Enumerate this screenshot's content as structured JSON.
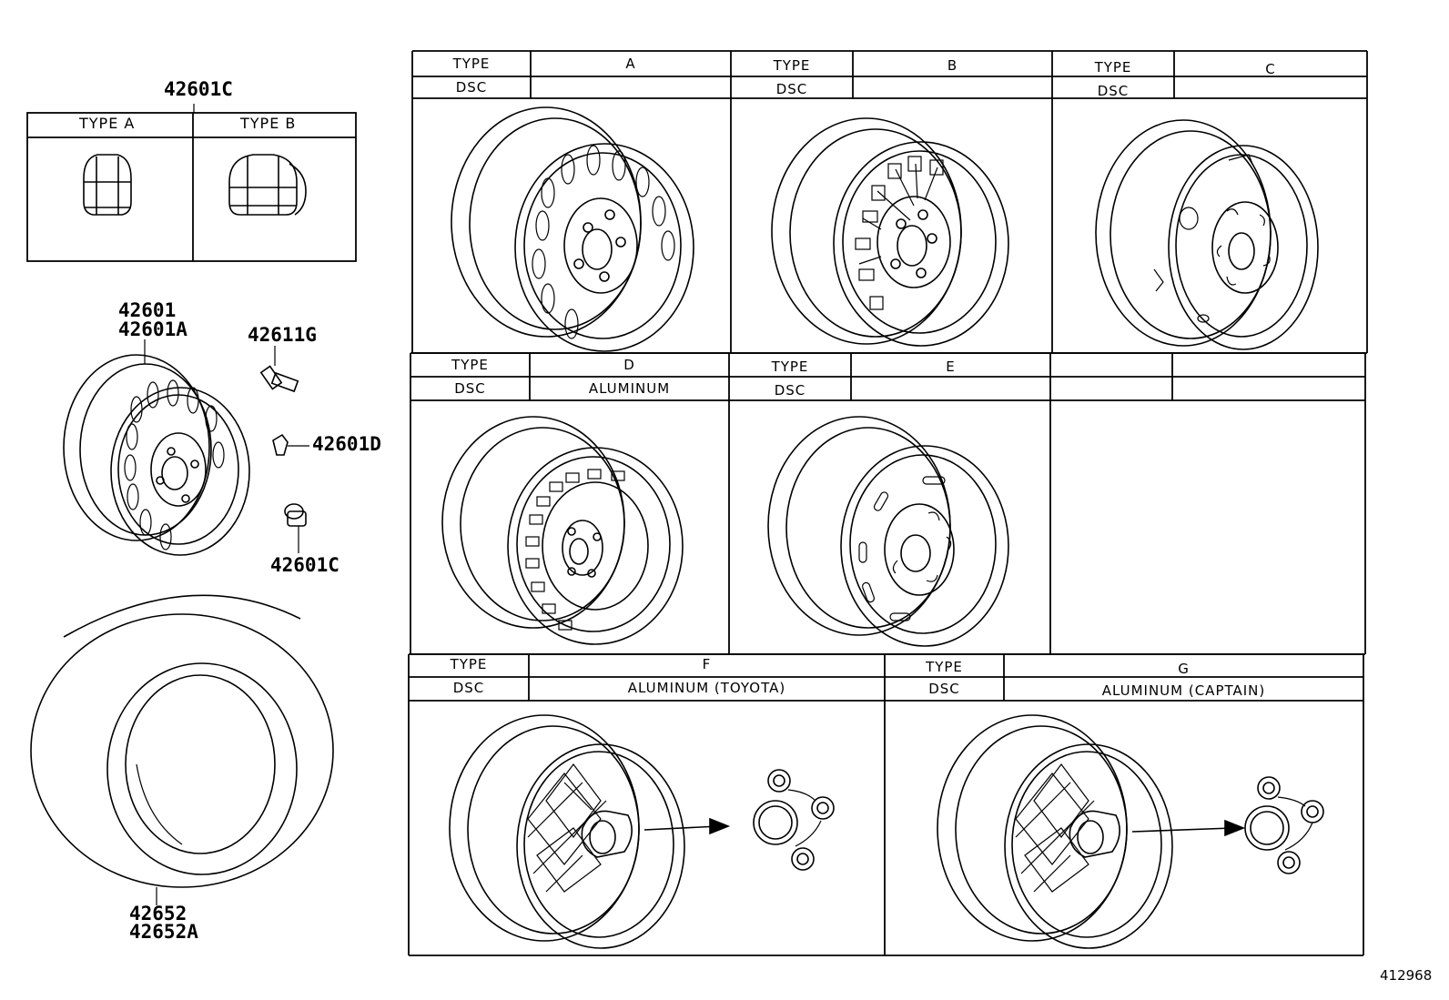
{
  "nut_box": {
    "part_number": "42601C",
    "type_a": "TYPE A",
    "type_b": "TYPE B"
  },
  "parts": {
    "wheel_1": "42601",
    "wheel_2": "42601A",
    "valve": "42611G",
    "weight": "42601D",
    "nut": "42601C",
    "tire_1": "42652",
    "tire_2": "42652A"
  },
  "table": {
    "type_header": "TYPE",
    "dsc_header": "DSC",
    "cells": [
      {
        "type": "A",
        "dsc": ""
      },
      {
        "type": "B",
        "dsc": ""
      },
      {
        "type": "C",
        "dsc": ""
      },
      {
        "type": "D",
        "dsc": "ALUMINUM"
      },
      {
        "type": "E",
        "dsc": ""
      },
      {
        "type": "F",
        "dsc": "ALUMINUM (TOYOTA)"
      },
      {
        "type": "G",
        "dsc": "ALUMINUM (CAPTAIN)"
      }
    ]
  },
  "footer": {
    "figure_id": "412968"
  }
}
